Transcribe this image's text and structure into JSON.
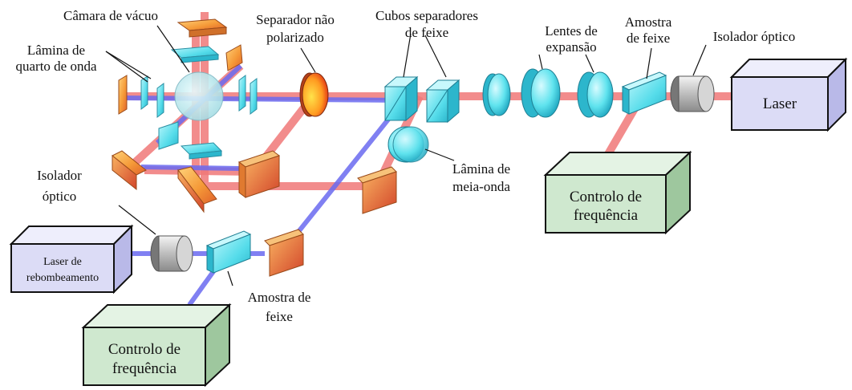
{
  "labels": {
    "vacuum_chamber": "Câmara de vácuo",
    "quarter_wave_1": "Lâmina de",
    "quarter_wave_2": "quarto de onda",
    "nonpol_splitter_1": "Separador não",
    "nonpol_splitter_2": "polarizado",
    "cubes_1": "Cubos separadores",
    "cubes_2": "de feixe",
    "expansion_1": "Lentes de",
    "expansion_2": "expansão",
    "sampler_top_1": "Amostra",
    "sampler_top_2": "de feixe",
    "isolator_top": "Isolador óptico",
    "half_wave_1": "Lâmina de",
    "half_wave_2": "meia-onda",
    "isolator_left_1": "Isolador",
    "isolator_left_2": "óptico",
    "sampler_bottom_1": "Amostra de",
    "sampler_bottom_2": "feixe"
  },
  "boxes": {
    "laser": "Laser",
    "freq_control_right_1": "Controlo de",
    "freq_control_right_2": "frequência",
    "repump_1": "Laser de",
    "repump_2": "rebombeamento",
    "freq_control_left_1": "Controlo de",
    "freq_control_left_2": "frequência"
  },
  "colors": {
    "cooling_beam": "#f07878",
    "repump_beam": "#6a6af0",
    "optic_cyan": "#5fe3ee",
    "mirror_orange": "#f0a040",
    "laser_box": "#dcdcf6",
    "control_box": "#cfe8cf"
  }
}
